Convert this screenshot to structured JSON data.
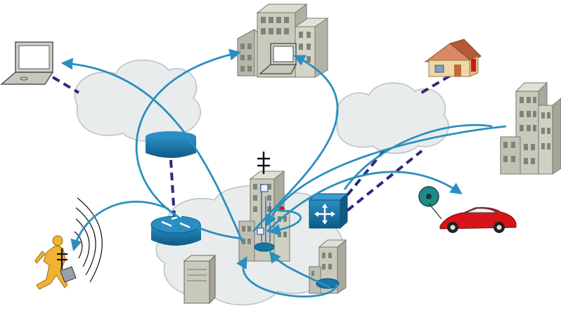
{
  "diagram": {
    "nodes": [
      {
        "id": "laptop",
        "icon": "laptop-icon"
      },
      {
        "id": "campus-buildings",
        "icon": "office-buildings-icon"
      },
      {
        "id": "home-office",
        "icon": "house-icon"
      },
      {
        "id": "branch-building",
        "icon": "tall-building-icon"
      },
      {
        "id": "satellite-dish",
        "icon": "dish-icon"
      },
      {
        "id": "router-left",
        "icon": "router-icon"
      },
      {
        "id": "central-tower",
        "icon": "tower-building-icon"
      },
      {
        "id": "multilayer-switch",
        "icon": "switch-icon"
      },
      {
        "id": "car",
        "icon": "sports-car-icon"
      },
      {
        "id": "wireless-ring",
        "icon": "ring-antenna-icon"
      },
      {
        "id": "mobile-worker",
        "icon": "running-person-icon"
      },
      {
        "id": "server",
        "icon": "server-tower-icon"
      },
      {
        "id": "small-building",
        "icon": "small-building-router-icon"
      }
    ],
    "clouds": 4,
    "colors": {
      "arrow": "#2a8fbe",
      "arrow_dark": "#1a5f86",
      "dashed_link": "#2b2a7a",
      "cloud": "#e9eced",
      "cloud_stroke": "#b9c0c4",
      "network_blue": "#1577a8",
      "building": "#c9cabb",
      "car": "#d6141a"
    }
  }
}
